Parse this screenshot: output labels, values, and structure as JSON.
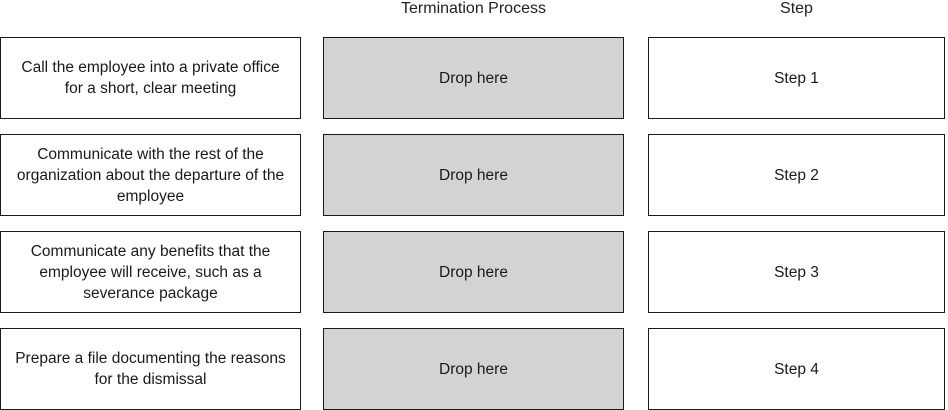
{
  "headers": {
    "process": "Termination Process",
    "step": "Step"
  },
  "items": [
    {
      "label": "Call the employee into a private office for a short, clear meeting"
    },
    {
      "label": "Communicate with the rest of the organization about the departure of the employee"
    },
    {
      "label": "Communicate any benefits that the employee will receive, such as a severance package"
    },
    {
      "label": "Prepare a file documenting the reasons for the dismissal"
    }
  ],
  "drop_zones": [
    {
      "label": "Drop here"
    },
    {
      "label": "Drop here"
    },
    {
      "label": "Drop here"
    },
    {
      "label": "Drop here"
    }
  ],
  "steps": [
    {
      "label": "Step 1"
    },
    {
      "label": "Step 2"
    },
    {
      "label": "Step 3"
    },
    {
      "label": "Step 4"
    }
  ],
  "colors": {
    "drop_zone_fill": "#d3d3d3",
    "border": "#1a1a1a",
    "background": "#ffffff"
  }
}
